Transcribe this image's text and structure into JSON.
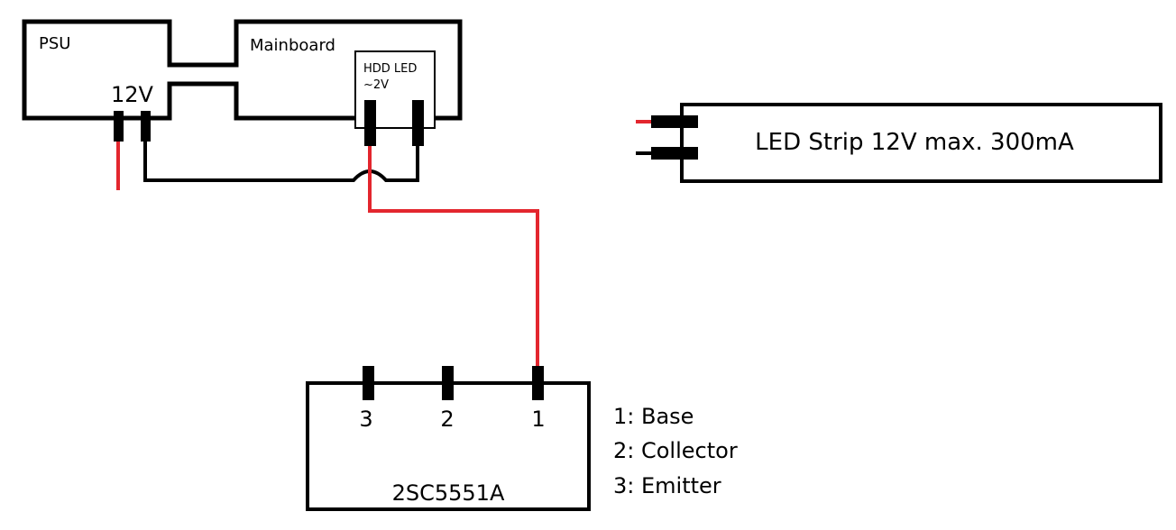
{
  "psu": {
    "label": "PSU",
    "voltage_label": "12V"
  },
  "mainboard": {
    "label": "Mainboard",
    "hdd_led": {
      "label": "HDD LED",
      "voltage": "~2V"
    }
  },
  "led_strip": {
    "label": "LED Strip 12V max. 300mA"
  },
  "transistor": {
    "label": "2SC5551A",
    "pins": [
      "3",
      "2",
      "1"
    ]
  },
  "legend": {
    "items": [
      "1: Base",
      "2: Collector",
      "3: Emitter"
    ]
  },
  "colors": {
    "outline": "#000000",
    "positive_wire": "#e3262e",
    "background": "#ffffff"
  }
}
